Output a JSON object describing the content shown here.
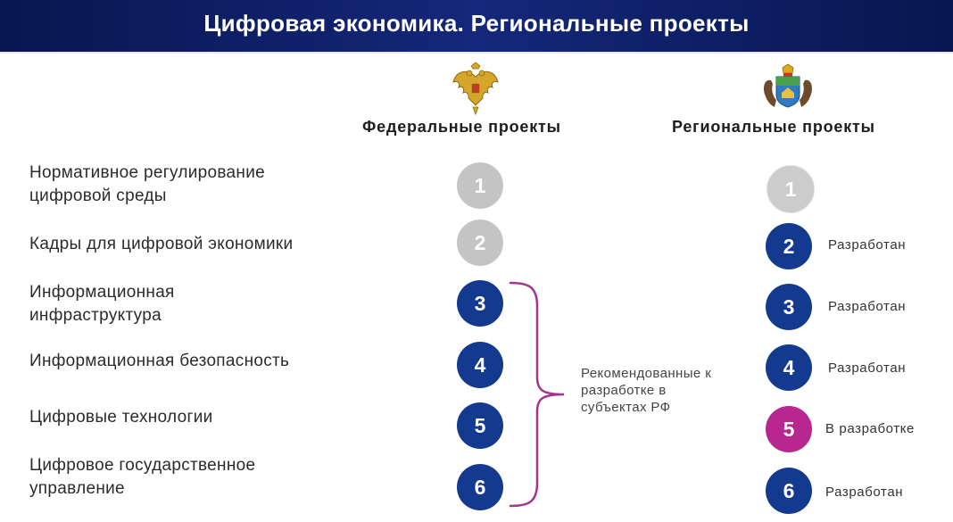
{
  "header": {
    "title": "Цифровая экономика. Региональные проекты"
  },
  "columns": {
    "federal": {
      "title": "Федеральные проекты",
      "emblem_icon": "russian-coat-of-arms-icon"
    },
    "regional": {
      "title": "Региональные проекты",
      "emblem_icon": "tyumen-region-coat-of-arms-icon"
    }
  },
  "rows": [
    {
      "label": "Нормативное регулирование цифровой среды",
      "number": "1",
      "status": ""
    },
    {
      "label": "Кадры для цифровой экономики",
      "number": "2",
      "status": "Разработан"
    },
    {
      "label": "Информационная инфраструктура",
      "number": "3",
      "status": "Разработан"
    },
    {
      "label": "Информационная безопасность",
      "number": "4",
      "status": "Разработан"
    },
    {
      "label": "Цифровые технологии",
      "number": "5",
      "status": "В разработке"
    },
    {
      "label": "Цифровое государственное управление",
      "number": "6",
      "status": "Разработан"
    }
  ],
  "note": "Рекомендованные к разработке в субъектах РФ",
  "colors": {
    "banner": "#0c1b5e",
    "inactive": "#c4c4c4",
    "active": "#133a8f",
    "in_progress": "#b8278f",
    "brace": "#a3358e"
  }
}
